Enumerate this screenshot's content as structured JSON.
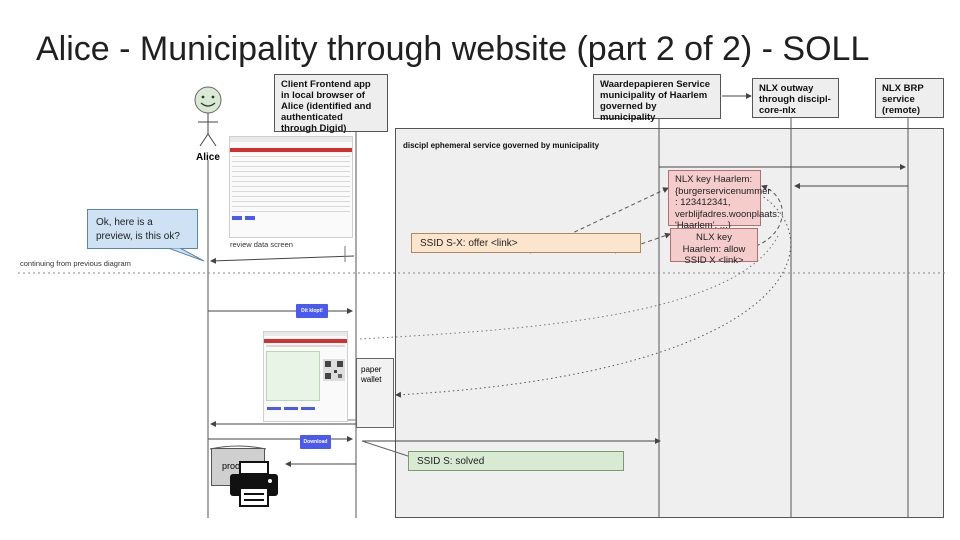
{
  "title": "Alice - Municipality through website (part 2 of 2) - SOLL",
  "actor": {
    "name": "Alice"
  },
  "lanes": {
    "client": "Client Frontend app in local browser of Alice (identified and authenticated through Digid)",
    "waardepapieren": "Waardepapieren Service municipality of Haarlem governed by municipality",
    "outway": "NLX outway through discipl-core-nlx",
    "brp": "NLX BRP service (remote)"
  },
  "ephemeral_zone": "discipl ephemeral service governed by municipality",
  "notes": {
    "key_data": "NLX key Haarlem: {burgerservicenummer : 123412341, verblijfadres.woonplaats: 'Haarlem', ...}",
    "key_allow": "NLX key Haarlem: allow SSID X <link>",
    "ssid_offer": "SSID S-X: offer <link>",
    "ssid_solved": "SSID S:  solved",
    "preview_bubble": "Ok, here is a preview, is this ok?",
    "review_caption": "review data screen",
    "continuing": "continuing from previous diagram",
    "paper_wallet": "paper wallet",
    "proof": "proof"
  },
  "buttons": {
    "confirm": "Dit klopt!",
    "download": "Download"
  },
  "colors": {
    "pink": "#f4cccc",
    "orange": "#fce5cd",
    "green": "#d9ead3",
    "blue_bubble": "#cfe2f3",
    "button": "#4a5af0",
    "red_bar": "#d32f2f"
  },
  "icons": [
    "smiley-face-icon",
    "printer-icon",
    "qr-code-icon"
  ]
}
